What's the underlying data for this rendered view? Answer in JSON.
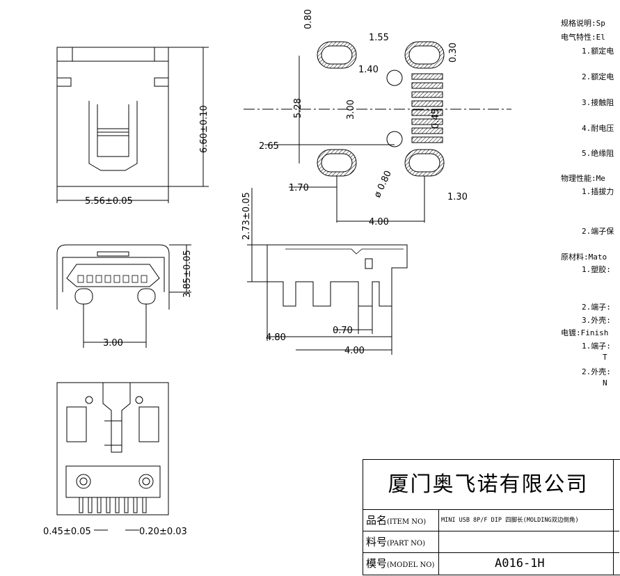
{
  "dimensions": {
    "top_width": "5.56±0.05",
    "top_height": "6.60±0.10",
    "front_height": "3.85±0.05",
    "front_pitch": "3.00",
    "bottom_pin_width": "0.45±0.05",
    "bottom_pin_thick": "0.20±0.03",
    "pcb_slot_h": "0.80",
    "pcb_slot_w": "1.55",
    "pcb_pad_pitch": "0.30",
    "pcb_hole_offset": "1.40",
    "pcb_y_span": "5.28",
    "pcb_hole_y": "3.00",
    "pcb_pad_w": "0.45",
    "pcb_x_offset": "2.65",
    "pcb_hole_dia": "ø 0.80",
    "pcb_slot_x": "1.70",
    "pcb_slot_x2": "1.30",
    "pcb_total": "4.00",
    "side_height": "2.73±0.05",
    "side_left": "4.80",
    "side_pin": "0.70",
    "side_total": "4.00"
  },
  "specs": [
    "规格说明:Sp",
    "电气特性:El",
    "  1.额定电",
    "  2.额定电",
    "  3.接触阻",
    "  4.耐电压",
    "  5.绝缘阻",
    "物理性能:Me",
    "  1.插拔力",
    "  2.端子保",
    "原材料:Mato",
    "  1.塑胶:",
    "  2.端子:",
    "  3.外壳:",
    "电镀:Finish",
    "  1.端子:",
    "    T",
    "  2.外壳:",
    "    N"
  ],
  "title_block": {
    "company": "厦门奥飞诺有限公司",
    "item_label": "品名",
    "item_label_en": "(ITEM NO)",
    "item_value": "MINI USB 8P/F DIP 四脚长(MOLDING双边倒角)",
    "part_label": "料号",
    "part_label_en": "(PART NO)",
    "part_value": "",
    "model_label": "模号",
    "model_label_en": "(MODEL NO)",
    "model_value": "A016-1H"
  }
}
